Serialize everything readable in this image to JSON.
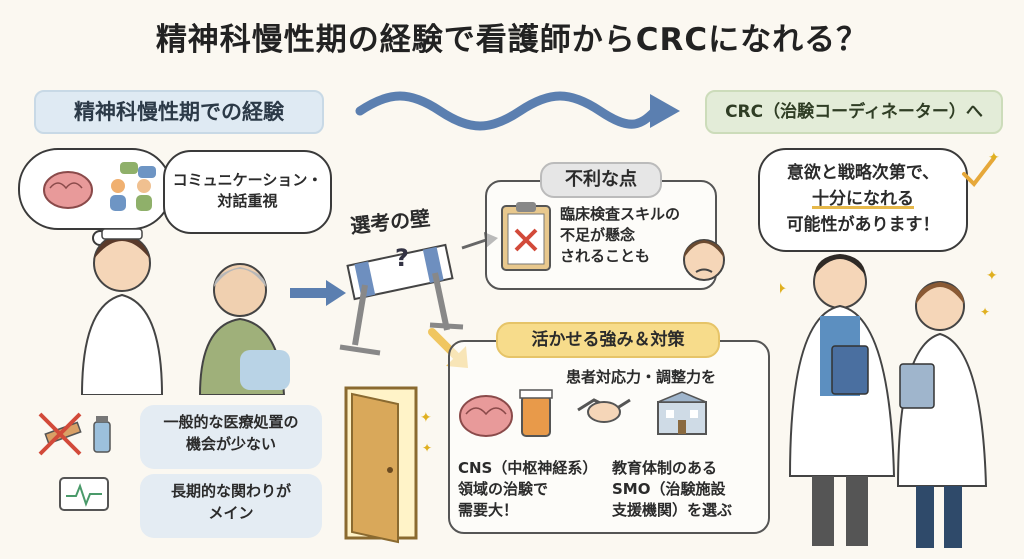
{
  "title": "精神科慢性期の経験で看護師からCRCになれる？",
  "left_header": "精神科慢性期での経験",
  "right_header": "CRC（治験コーディネーター）へ",
  "communication_bubble": [
    "コミュニケーション・",
    "対話重視"
  ],
  "barrier_label": "選考の壁",
  "barrier_sign": "?",
  "disadvantage": {
    "title": "不利な点",
    "lines": [
      "臨床検査スキルの",
      "不足が懸念",
      "されることも"
    ]
  },
  "left_items": [
    {
      "icon": "no-syringe-icon",
      "lines": [
        "一般的な医療処置の",
        "機会が少ない"
      ]
    },
    {
      "icon": "monitor-icon",
      "lines": [
        "長期的な関わりが",
        "メイン"
      ]
    }
  ],
  "strengths": {
    "title": "活かせる強み＆対策",
    "top_text": "患者対応力・調整力を",
    "cns_lines": [
      "CNS（中枢神経系）",
      "領域の治験で",
      "需要大！"
    ],
    "smo_lines": [
      "教育体制のある",
      "SMO（治験施設",
      "支援機関）を選ぶ"
    ]
  },
  "possibility_bubble": [
    "意欲と戦略次第で、",
    "十分になれる",
    "可能性があります！"
  ],
  "colors": {
    "blue_header": "#dfeaf3",
    "green_header": "#e3ecd8",
    "accent_yellow": "#f7dc8b",
    "arrow_blue": "#5b7fb0"
  }
}
